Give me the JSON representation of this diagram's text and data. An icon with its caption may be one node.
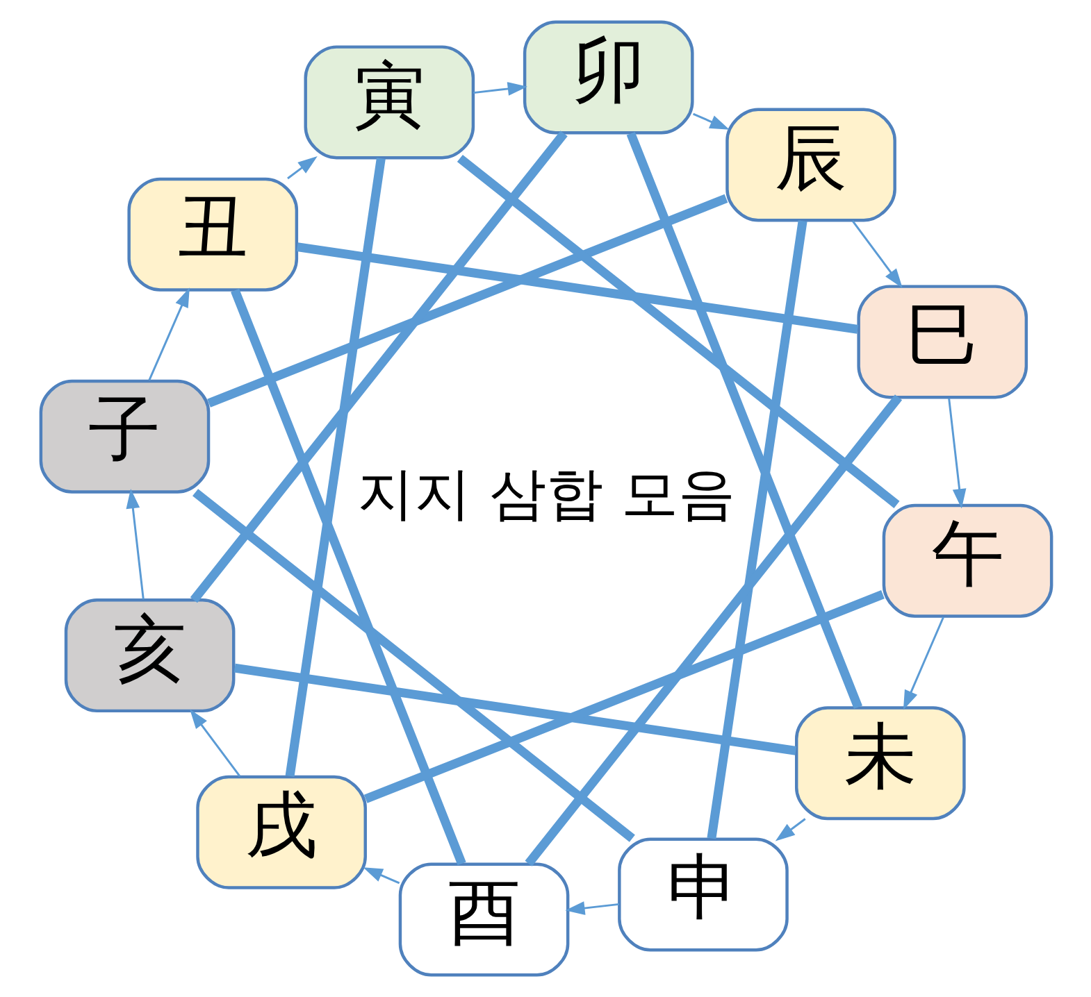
{
  "diagram": {
    "nodes": [
      {
        "text": [
          "子"
        ]
      },
      {
        "text": [
          "丑"
        ]
      },
      {
        "text": [
          "寅"
        ]
      },
      {
        "text": [
          "卯"
        ]
      },
      {
        "text": [
          "辰"
        ]
      },
      {
        "text": [
          "巳"
        ]
      },
      {
        "text": [
          "午"
        ]
      },
      {
        "text": [
          "未"
        ]
      },
      {
        "text": [
          "申"
        ]
      },
      {
        "text": [
          "酉"
        ]
      },
      {
        "text": [
          "戌"
        ]
      },
      {
        "text": [
          "亥"
        ]
      }
    ],
    "edges": [
      {
        "from": 0,
        "to": 1,
        "arrow": "to"
      },
      {
        "from": 1,
        "to": 2,
        "arrow": "to"
      },
      {
        "from": 2,
        "to": 3,
        "arrow": "to"
      },
      {
        "from": 3,
        "to": 4,
        "arrow": "to"
      },
      {
        "from": 4,
        "to": 5,
        "arrow": "to"
      },
      {
        "from": 5,
        "to": 6,
        "arrow": "to"
      },
      {
        "from": 6,
        "to": 7,
        "arrow": "to"
      },
      {
        "from": 7,
        "to": 8,
        "arrow": "to"
      },
      {
        "from": 8,
        "to": 9,
        "arrow": "to"
      },
      {
        "from": 9,
        "to": 10,
        "arrow": "to"
      },
      {
        "from": 10,
        "to": 11,
        "arrow": "to"
      },
      {
        "from": 11,
        "to": 0,
        "arrow": "to"
      },
      {
        "from": 0,
        "to": 4,
        "arrow": "none",
        "style": "thick",
        "color": "#5b9bd5"
      },
      {
        "from": 4,
        "to": 8,
        "arrow": "none",
        "style": "thick",
        "color": "#5b9bd5"
      },
      {
        "from": 8,
        "to": 0,
        "arrow": "none",
        "style": "thick",
        "color": "#5b9bd5"
      },
      {
        "from": 11,
        "to": 3,
        "arrow": "none",
        "style": "thick",
        "color": "#5b9bd5"
      },
      {
        "from": 3,
        "to": 7,
        "arrow": "none",
        "style": "thick",
        "color": "#5b9bd5"
      },
      {
        "from": 7,
        "to": 11,
        "arrow": "none",
        "style": "thick",
        "color": "#5b9bd5"
      },
      {
        "from": 2,
        "to": 10,
        "arrow": "none",
        "style": "thick",
        "color": "#5b9bd5"
      },
      {
        "from": 10,
        "to": 6,
        "arrow": "none",
        "style": "thick",
        "color": "#5b9bd5"
      },
      {
        "from": 6,
        "to": 2,
        "arrow": "none",
        "style": "thick",
        "color": "#5b9bd5"
      },
      {
        "from": 1,
        "to": 5,
        "arrow": "none",
        "style": "thick",
        "color": "#5b9bd5"
      },
      {
        "from": 5,
        "to": 9,
        "arrow": "none",
        "style": "thick",
        "color": "#5b9bd5"
      },
      {
        "from": 9,
        "to": 1,
        "arrow": "none",
        "style": "thick",
        "color": "#5b9bd5"
      }
    ],
    "labels": [
      "지지 삼합 모음"
    ]
  }
}
